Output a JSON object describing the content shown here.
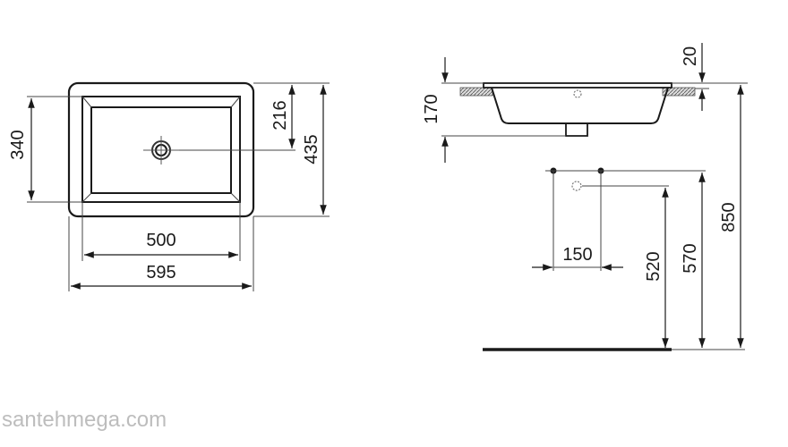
{
  "drawing": {
    "subject": "Undermount washbasin technical drawing",
    "units": "mm",
    "top_view": {
      "dimensions": {
        "bowl_width": "500",
        "overall_width": "595",
        "bowl_depth": "340",
        "drain_offset": "216",
        "overall_depth": "435"
      }
    },
    "side_view": {
      "dimensions": {
        "basin_height": "170",
        "rim_thickness": "20"
      }
    },
    "installation_view": {
      "dimensions": {
        "tap_spacing": "150",
        "drain_height": "520",
        "tap_height": "570",
        "countertop_height": "850"
      }
    }
  },
  "watermark": "santehmega.com"
}
